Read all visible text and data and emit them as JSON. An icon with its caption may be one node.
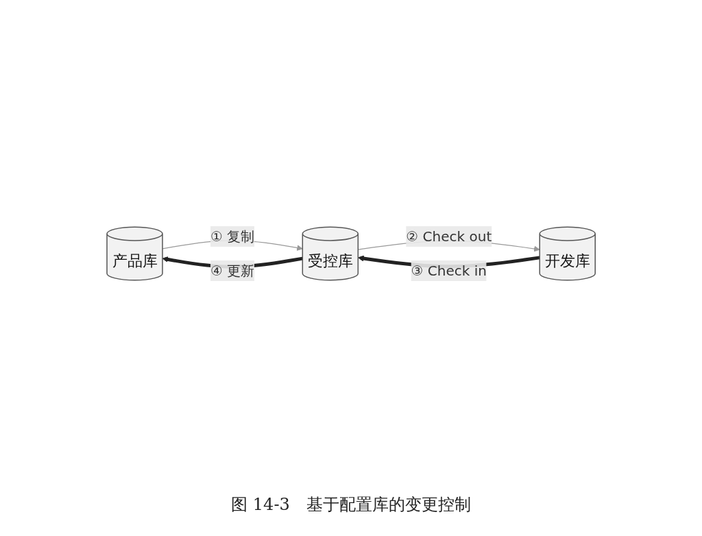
{
  "diagram": {
    "caption": "图 14-3　基于配置库的变更控制",
    "nodes": [
      {
        "text": [
          "产品库"
        ]
      },
      {
        "text": [
          "受控库"
        ]
      },
      {
        "text": [
          "开发库"
        ]
      }
    ],
    "edges": [
      {
        "from": 0,
        "to": 1,
        "arrow": "to",
        "label": "① 复制"
      },
      {
        "from": 1,
        "to": 2,
        "arrow": "to",
        "label": "② Check out"
      },
      {
        "from": 2,
        "to": 1,
        "arrow": "to",
        "label": "③ Check in",
        "style": "thick",
        "color": "#222222"
      },
      {
        "from": 1,
        "to": 0,
        "arrow": "to",
        "label": "④ 更新",
        "style": "thick",
        "color": "#222222"
      }
    ]
  }
}
